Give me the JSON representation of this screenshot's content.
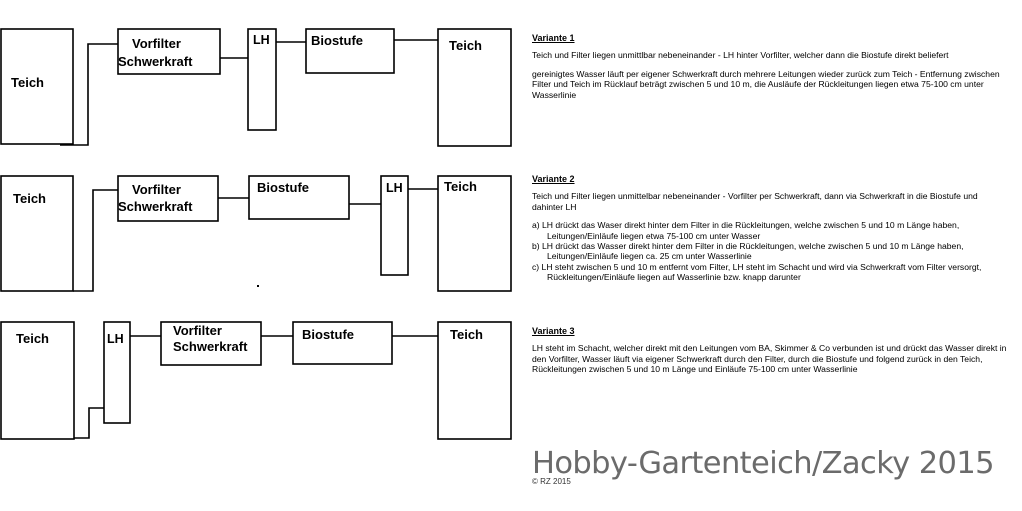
{
  "rows": [
    {
      "id": "v1",
      "labels": {
        "teich_left": "Teich",
        "vorfilter_1": "Vorfilter",
        "vorfilter_2": "Schwerkraft",
        "lh": "LH",
        "biostufe": "Biostufe",
        "teich_right": "Teich"
      }
    },
    {
      "id": "v2",
      "labels": {
        "teich_left": "Teich",
        "vorfilter_1": "Vorfilter",
        "vorfilter_2": "Schwerkraft",
        "biostufe": "Biostufe",
        "lh": "LH",
        "teich_right": "Teich"
      }
    },
    {
      "id": "v3",
      "labels": {
        "teich_left": "Teich",
        "lh": "LH",
        "vorfilter_1": "Vorfilter",
        "vorfilter_2": "Schwerkraft",
        "biostufe": "Biostufe",
        "teich_right": "Teich"
      }
    }
  ],
  "variants": {
    "v1": {
      "title": "Variante 1",
      "p1": "Teich und Filter liegen unmittlbar nebeneinander - LH hinter Vorfilter, welcher dann die Biostufe direkt beliefert",
      "p2": "gereinigtes Wasser läuft per eigener Schwerkraft durch mehrere Leitungen wieder zurück zum Teich - Entfernung zwischen Filter und Teich im Rücklauf beträgt zwischen 5 und 10 m, die Ausläufe der Rückleitungen liegen etwa 75-100 cm unter Wasserlinie"
    },
    "v2": {
      "title": "Variante 2",
      "p1": "Teich und Filter liegen unmittelbar nebeneinander - Vorfilter per Schwerkraft, dann via Schwerkraft in die Biostufe und dahinter LH",
      "items": [
        "a) LH drückt das Waser direkt hinter dem Filter in die Rückleitungen, welche zwischen 5 und 10 m Länge haben, Leitungen/Einläufe liegen etwa 75-100 cm unter Wasser",
        "b) LH drückt das Wasser direkt hinter dem Filter in die Rückleitungen, welche zwischen 5 und 10 m Länge haben, Leitungen/Einläufe liegen ca. 25 cm unter Wasserlinie",
        "c) LH steht zwischen 5 und 10 m entfernt vom Filter, LH steht im Schacht und wird via Schwerkraft vom Filter versorgt, Rückleitungen/Einläufe liegen auf Wasserlinie bzw. knapp darunter"
      ]
    },
    "v3": {
      "title": "Variante 3",
      "p1": "LH steht im Schacht, welcher direkt mit den Leitungen vom BA, Skimmer & Co verbunden ist und drückt das Wasser direkt in den Vorfilter, Wasser läuft via eigener Schwerkraft durch den Filter, durch die Biostufe und folgend zurück in den Teich, Rückleitungen zwischen 5 und 10 m Länge und Einläufe 75-100 cm unter Wasserlinie"
    }
  },
  "watermark": "Hobby-Gartenteich/Zacky 2015",
  "copyright": "© RZ 2015"
}
